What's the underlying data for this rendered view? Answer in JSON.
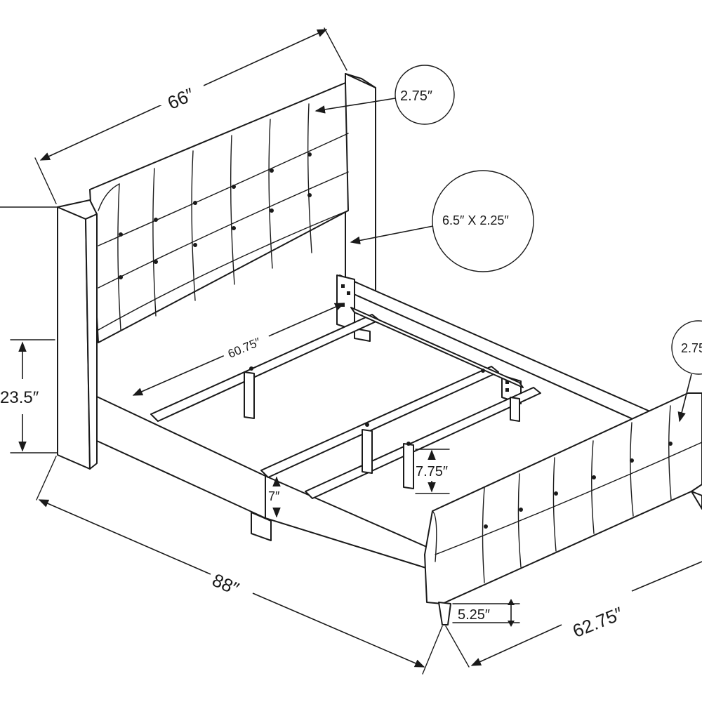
{
  "dimensions": {
    "headboard_width": "66″",
    "headboard_wing": "2.75″",
    "post_size": "6.5″ X 2.25″",
    "inner_width": "60.75″",
    "footboard_wing": "2.75″",
    "side_height": "23.5″",
    "rail_height": "7″",
    "leg_height": "7.75″",
    "bed_length": "88″",
    "foot_leg_height": "5.25″",
    "bed_width": "62.75″"
  },
  "colors": {
    "line": "#1a1a1a",
    "background": "#ffffff"
  }
}
